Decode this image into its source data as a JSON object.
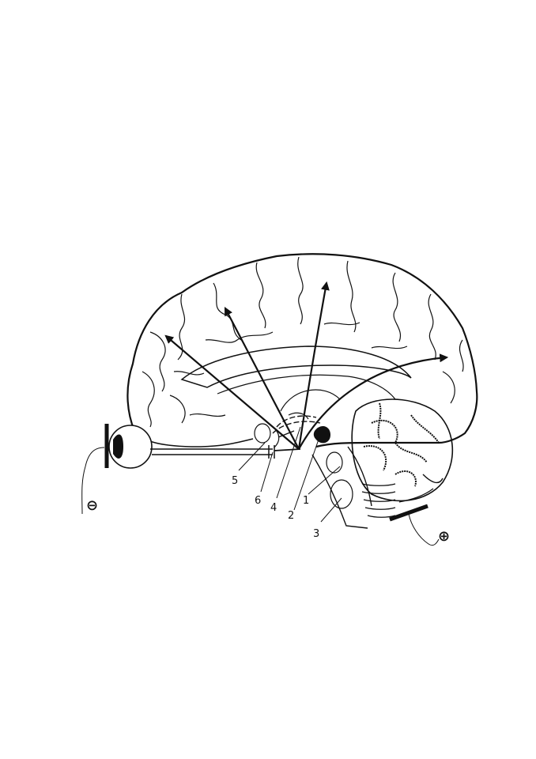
{
  "diagram": {
    "colors": {
      "ink": "#111111",
      "background": "#ffffff"
    },
    "electrodes": {
      "negative_sign": "⊖",
      "positive_sign": "⊕"
    },
    "labels": {
      "l5": "5",
      "l6": "6",
      "l4": "4",
      "l2": "2",
      "l1": "1",
      "l3": "3"
    }
  }
}
